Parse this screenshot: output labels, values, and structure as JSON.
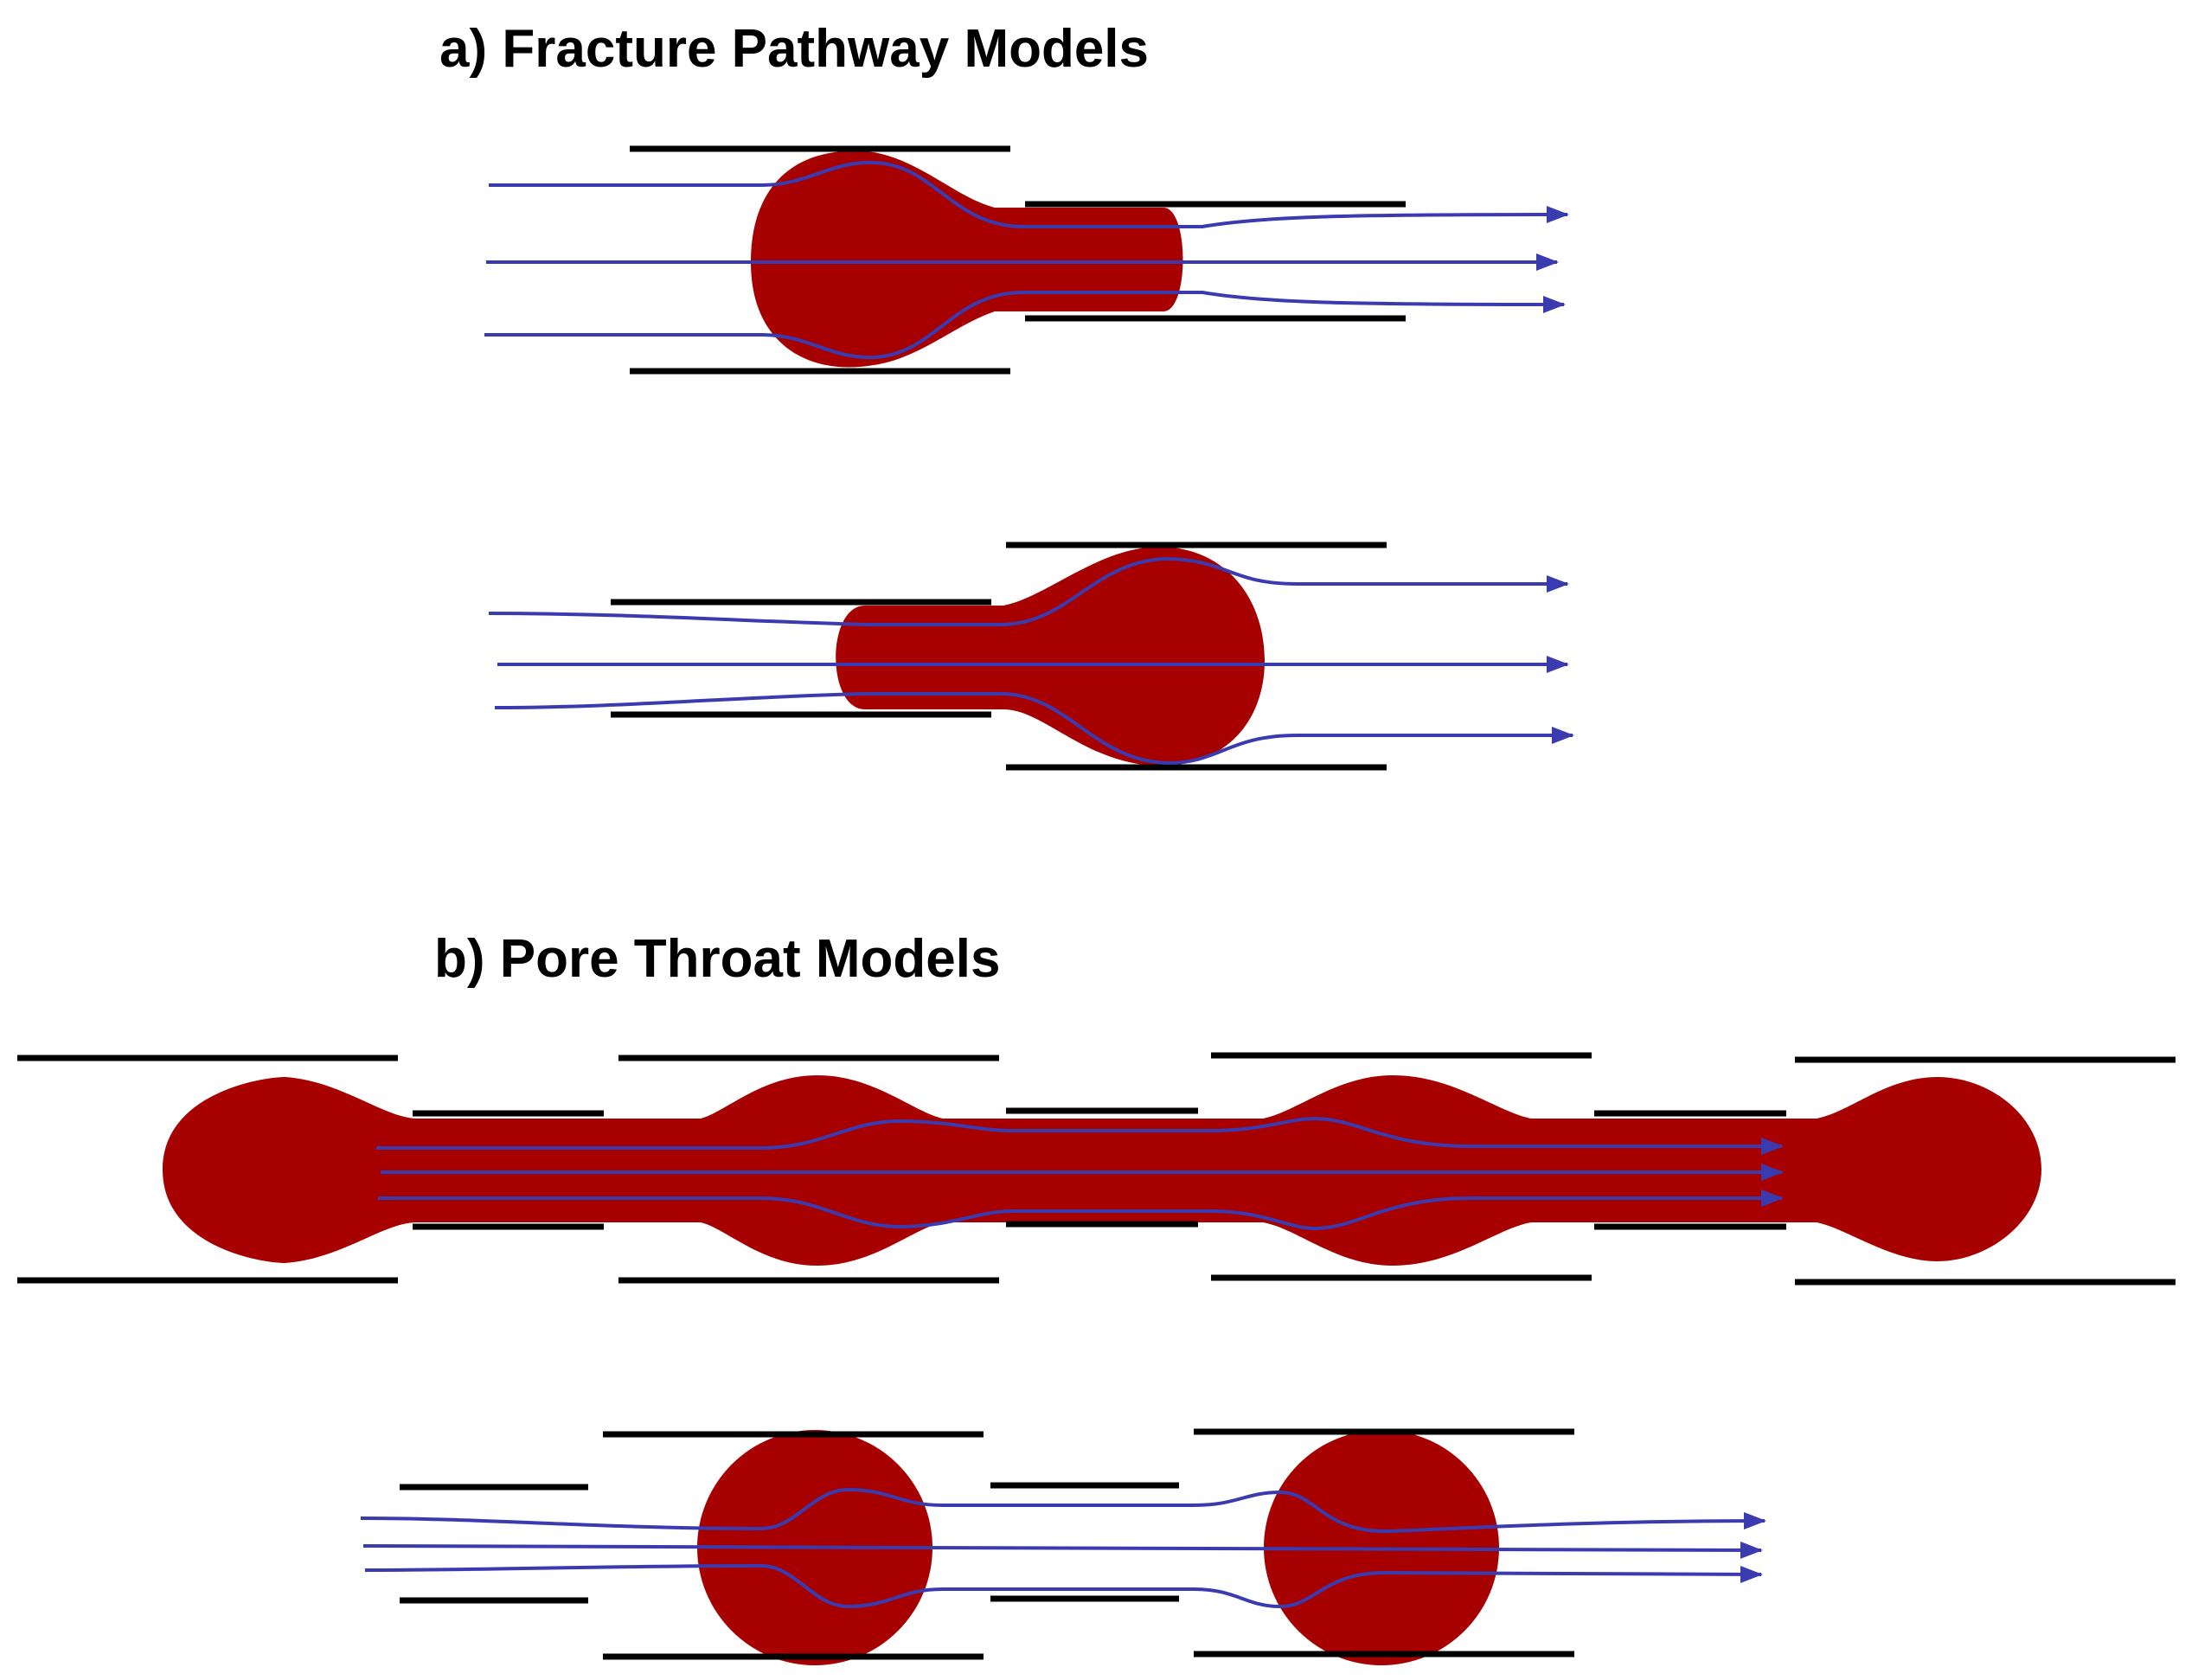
{
  "panels": {
    "fracture": {
      "title": "a) Fracture Pathway Models"
    },
    "pore": {
      "title": "b) Pore Throat Models"
    }
  },
  "colors": {
    "background": "#ffffff",
    "droplet": "#a70000",
    "wall": "#000000",
    "streamline": "#3b3bb0",
    "title": "#000000"
  },
  "legend_semantics": {
    "droplet": "red-filled-droplet",
    "walls": "black-horizontal-wall-lines",
    "flow": "blue-streamlines-with-arrowheads"
  }
}
